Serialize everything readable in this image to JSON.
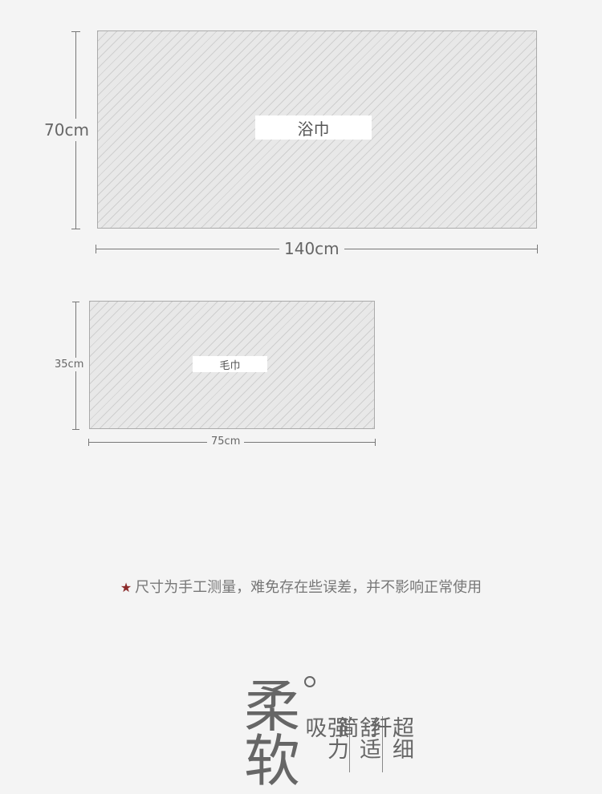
{
  "bath_towel": {
    "name": "浴巾",
    "height_label": "70cm",
    "width_label": "140cm"
  },
  "face_towel": {
    "name": "毛巾",
    "height_label": "35cm",
    "width_label": "75cm"
  },
  "note": {
    "star": "★",
    "text": "尺寸为手工测量，难免存在些误差，并不影响正常使用"
  },
  "feature": {
    "title_char1": "柔",
    "title_char2": "软",
    "col1": "强力吸",
    "col2": "舒适简",
    "col3": "超细纤"
  }
}
